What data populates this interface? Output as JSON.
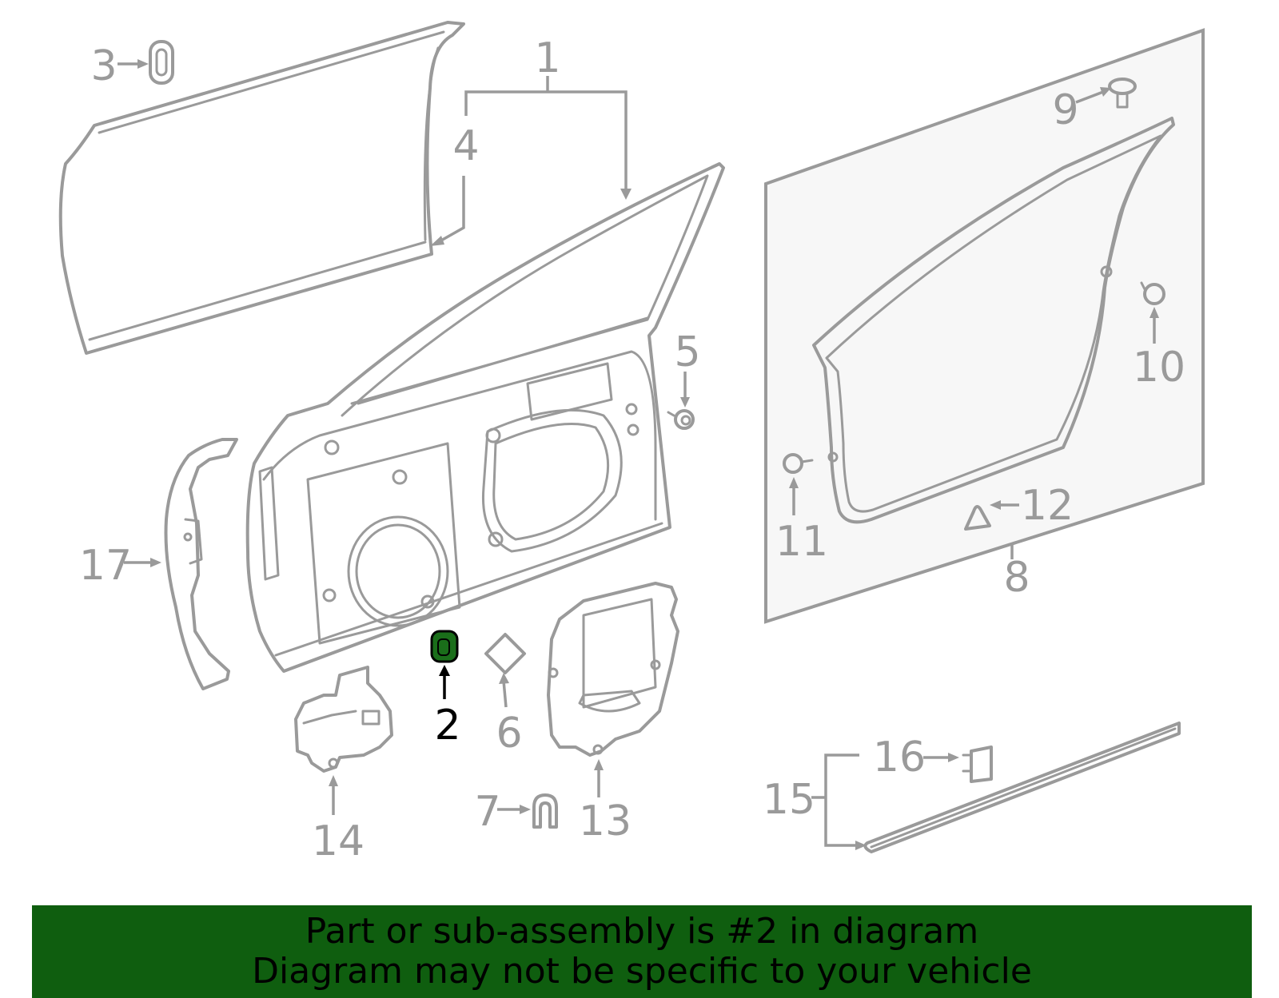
{
  "callouts": {
    "c1": "1",
    "c2": "2",
    "c3": "3",
    "c4": "4",
    "c5": "5",
    "c6": "6",
    "c7": "7",
    "c8": "8",
    "c9": "9",
    "c10": "10",
    "c11": "11",
    "c12": "12",
    "c13": "13",
    "c14": "14",
    "c15": "15",
    "c16": "16",
    "c17": "17"
  },
  "highlighted_part": "2",
  "colors": {
    "line": "#9a9a9a",
    "highlight_fill": "#1a6e1a",
    "banner_bg": "#0f5e0f",
    "panel_fill": "#f7f7f7"
  },
  "banner": {
    "line1": "Part or sub-assembly is #2 in diagram",
    "line2": "Diagram may not be specific to your vehicle"
  }
}
